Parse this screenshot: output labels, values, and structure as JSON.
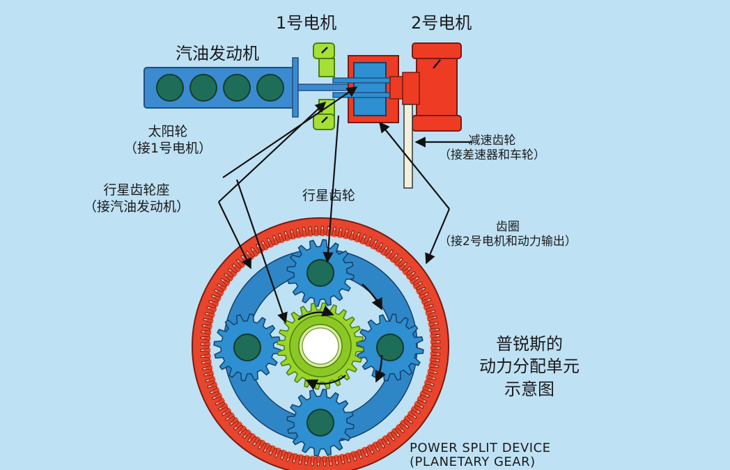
{
  "labels": {
    "motor1": "1号电机",
    "motor2": "2号电机",
    "engine": "汽油发动机",
    "sun_gear": [
      "太阳轮",
      "（接1号电机）"
    ],
    "reduction_gear": [
      "减速齿轮",
      "（接差速器和车轮）"
    ],
    "planet_carrier": [
      "行星齿轮座",
      "（接汽油发动机）"
    ],
    "planet_gear": "行星齿轮",
    "ring_gear": [
      "齿圈",
      "（接2号电机和动力输出）"
    ],
    "title_cn": [
      "普锐斯的",
      "动力分配单元",
      "示意图"
    ],
    "title_en": [
      "POWER SPLIT DEVICE",
      "(PLANETARY GEAR)"
    ]
  },
  "colors": {
    "background": "#bfe1f4",
    "ring_gear": "#e8452c",
    "carrier": "#2f86c7",
    "planet": "#2e8fd1",
    "sun": "#9ad52a",
    "motor1": "#a6df36",
    "motor2": "#ee3b24",
    "engine": "#3b8bd0"
  },
  "gears": {
    "ring_teeth": 120,
    "planet_teeth": 16,
    "sun_teeth": 24
  }
}
